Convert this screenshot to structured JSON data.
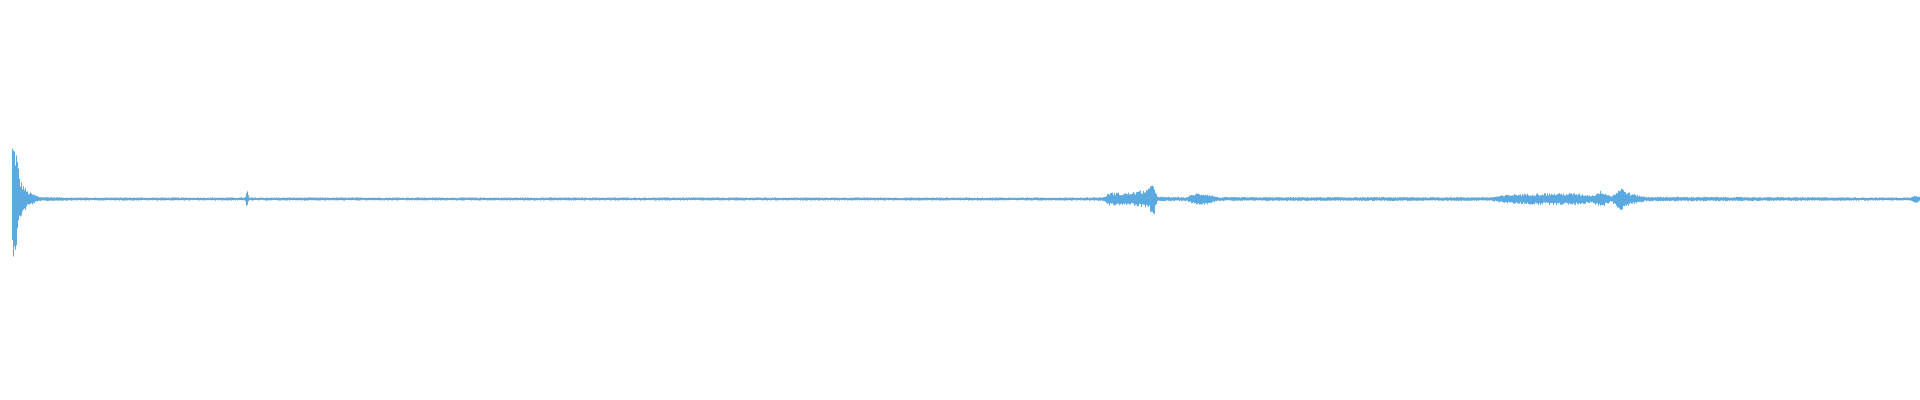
{
  "waveform": {
    "color": "#5aa9e0",
    "background": "#ffffff",
    "amplitude_profile": [
      {
        "t": 0.0,
        "a": 0.3
      },
      {
        "t": 0.002,
        "a": 0.26
      },
      {
        "t": 0.004,
        "a": 0.1
      },
      {
        "t": 0.008,
        "a": 0.04
      },
      {
        "t": 0.014,
        "a": 0.012
      },
      {
        "t": 0.03,
        "a": 0.008
      },
      {
        "t": 0.122,
        "a": 0.008
      },
      {
        "t": 0.123,
        "a": 0.05
      },
      {
        "t": 0.124,
        "a": 0.008
      },
      {
        "t": 0.56,
        "a": 0.008
      },
      {
        "t": 0.572,
        "a": 0.01
      },
      {
        "t": 0.575,
        "a": 0.035
      },
      {
        "t": 0.582,
        "a": 0.03
      },
      {
        "t": 0.59,
        "a": 0.04
      },
      {
        "t": 0.596,
        "a": 0.055
      },
      {
        "t": 0.598,
        "a": 0.1
      },
      {
        "t": 0.6,
        "a": 0.012
      },
      {
        "t": 0.615,
        "a": 0.01
      },
      {
        "t": 0.62,
        "a": 0.03
      },
      {
        "t": 0.626,
        "a": 0.028
      },
      {
        "t": 0.632,
        "a": 0.01
      },
      {
        "t": 0.775,
        "a": 0.01
      },
      {
        "t": 0.785,
        "a": 0.025
      },
      {
        "t": 0.8,
        "a": 0.03
      },
      {
        "t": 0.82,
        "a": 0.03
      },
      {
        "t": 0.828,
        "a": 0.02
      },
      {
        "t": 0.833,
        "a": 0.045
      },
      {
        "t": 0.838,
        "a": 0.015
      },
      {
        "t": 0.843,
        "a": 0.06
      },
      {
        "t": 0.848,
        "a": 0.03
      },
      {
        "t": 0.856,
        "a": 0.012
      },
      {
        "t": 0.995,
        "a": 0.008
      },
      {
        "t": 0.997,
        "a": 0.025
      },
      {
        "t": 1.0,
        "a": 0.01
      }
    ]
  }
}
